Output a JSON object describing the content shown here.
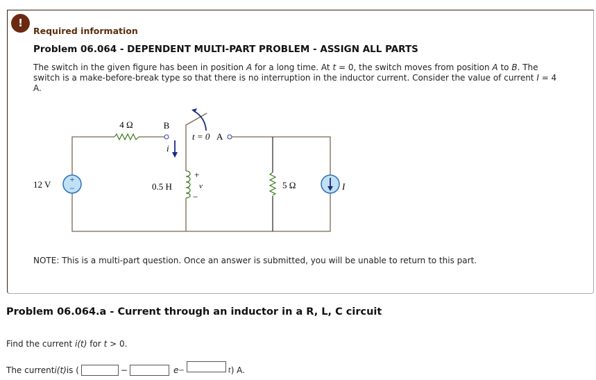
{
  "badge": {
    "icon": "exclamation-icon",
    "color": "#6b2a0f"
  },
  "header": {
    "required": "Required information",
    "title": "Problem 06.064 - DEPENDENT MULTI-PART PROBLEM - ASSIGN ALL PARTS"
  },
  "description": {
    "p1": "The switch in the given figure has been in position ",
    "A": "A",
    "p2": " for a long time. At ",
    "t": "t",
    "p3": " = 0, the switch moves from position ",
    "p4": " to ",
    "B": "B",
    "p5": ". The switch is a make-before-break type so that there is no interruption in the inductor current. Consider the value of current ",
    "I": "I",
    "p6": " = 4 A."
  },
  "circuit": {
    "r1": "4 Ω",
    "terminal_b": "B",
    "switch_label": "t = 0",
    "terminal_a": "A",
    "current_i": "i",
    "source_v": "12 V",
    "inductor": "0.5 H",
    "plus": "+",
    "v": "v",
    "minus": "−",
    "r2": "5 Ω",
    "source_i": "I"
  },
  "note": "NOTE: This is a multi-part question. Once an answer is submitted, you will be unable to return to this part.",
  "part": {
    "title": "Problem 06.064.a - Current through an inductor in a R, L, C circuit",
    "find_a": "Find the current ",
    "find_it": "i(t)",
    "find_b": " for ",
    "find_t": "t",
    "find_c": " > 0.",
    "ans_a": "The current ",
    "ans_it": "i(t)",
    "ans_b": " is (",
    "minus": "−",
    "e": "e",
    "exp_minus": "−",
    "t": "t",
    "close": ") A.",
    "inputs": [
      "",
      "",
      ""
    ]
  }
}
